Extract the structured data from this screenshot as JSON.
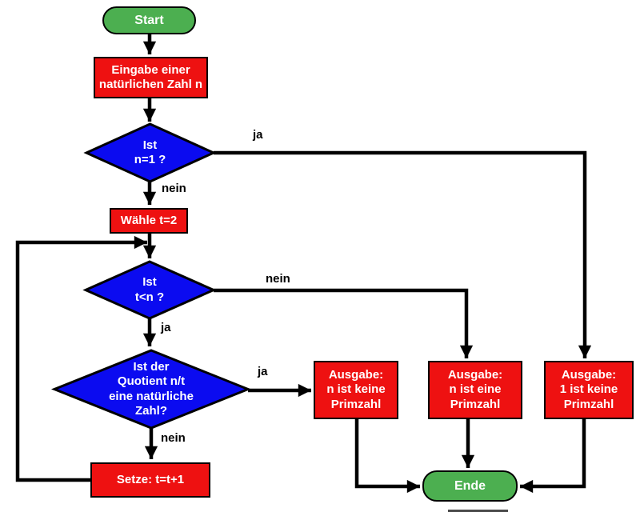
{
  "colors": {
    "terminal_fill": "#4caf50",
    "process_fill": "#ee1111",
    "decision_fill": "#0b0bf0",
    "line": "#000000",
    "node_text": "#ffffff",
    "edge_label_text": "#000000"
  },
  "nodes": {
    "start": {
      "label": "Start"
    },
    "eingabe": {
      "label": "Eingabe einer\nnatürlichen Zahl n"
    },
    "d1": {
      "label": "Ist\nn=1 ?"
    },
    "waehle": {
      "label": "Wähle t=2"
    },
    "d2": {
      "label": "Ist\nt<n ?"
    },
    "d3": {
      "label": "Ist der\nQuotient n/t\neine natürliche\nZahl?"
    },
    "setze": {
      "label": "Setze: t=t+1"
    },
    "ausgabe_n_keine": {
      "label": "Ausgabe:\nn ist keine\nPrimzahl"
    },
    "ausgabe_n_eine": {
      "label": "Ausgabe:\nn ist eine\nPrimzahl"
    },
    "ausgabe_1_keine": {
      "label": "Ausgabe:\n1 ist keine\nPrimzahl"
    },
    "ende": {
      "label": "Ende"
    }
  },
  "edge_labels": {
    "d1_ja": "ja",
    "d1_nein": "nein",
    "d2_nein": "nein",
    "d2_ja": "ja",
    "d3_ja": "ja",
    "d3_nein": "nein"
  }
}
